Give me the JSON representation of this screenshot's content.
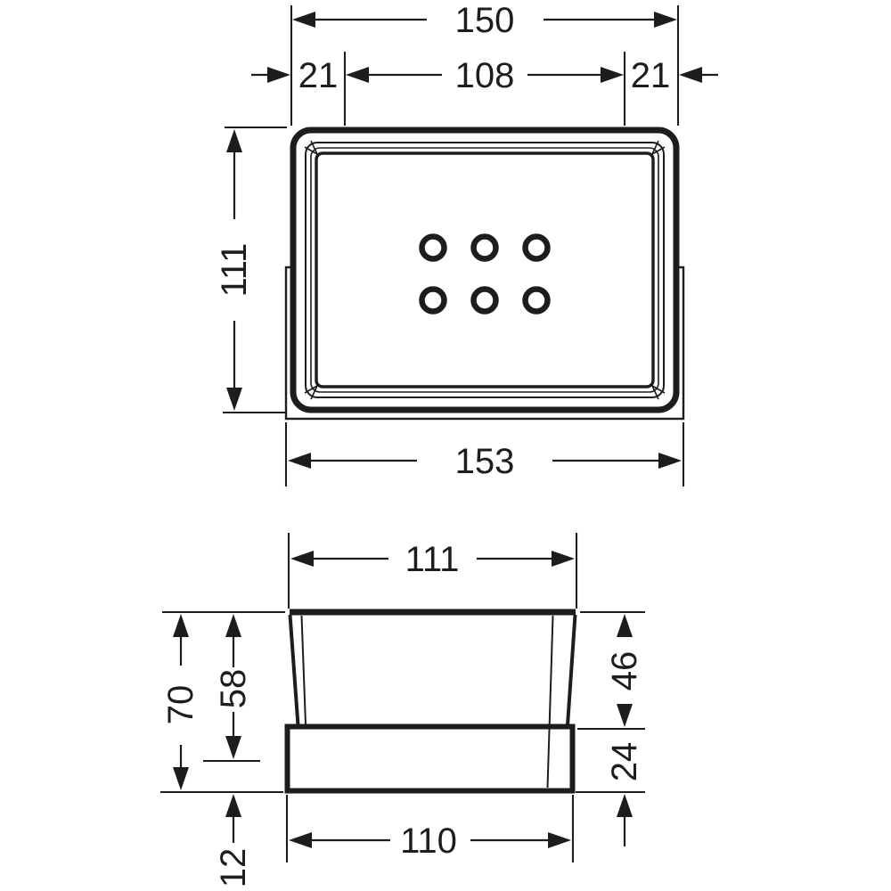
{
  "meta": {
    "drawing_type": "product dimension drawing",
    "views": [
      "top view",
      "side view"
    ],
    "ink_color": "#1d1d1b",
    "background_color": "#ffffff",
    "units": "mm"
  },
  "top_view": {
    "dims": {
      "overall_width": "150",
      "left_inset": "21",
      "hole_span": "108",
      "right_inset": "21",
      "depth": "111",
      "base_width": "153"
    },
    "holes": {
      "rows": 2,
      "cols": 3,
      "count": 6
    }
  },
  "side_view": {
    "dims": {
      "top_width": "111",
      "total_height": "70",
      "basket_depth": "58",
      "rim_to_bracket": "46",
      "bracket_height": "24",
      "bottom_offset": "12",
      "base_width": "110"
    }
  }
}
